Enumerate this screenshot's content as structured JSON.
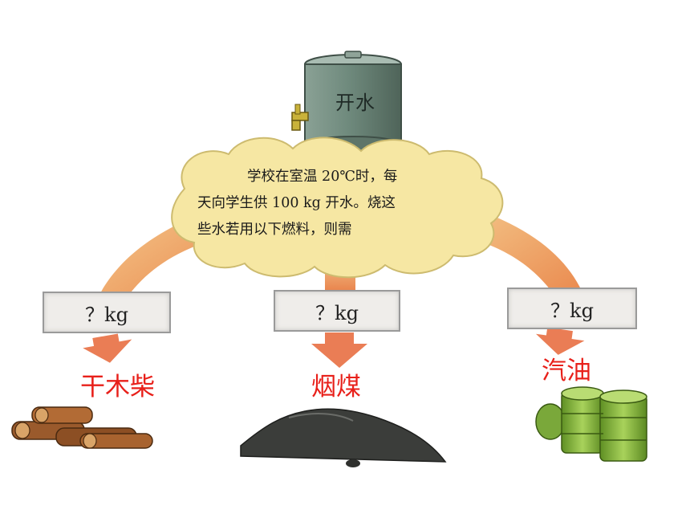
{
  "tank": {
    "label": "开水"
  },
  "cloud": {
    "lines": [
      "学校在室温 20℃时，每",
      "天向学生供 100 kg 开水。烧这",
      "些水若用以下燃料，则需"
    ]
  },
  "boxes": [
    {
      "text": "？kg"
    },
    {
      "text": "？kg"
    },
    {
      "text": "？kg"
    }
  ],
  "fuels": [
    {
      "label": "干木柴"
    },
    {
      "label": "烟煤"
    },
    {
      "label": "汽油"
    }
  ],
  "colors": {
    "arrow": "#e8844a",
    "arrow_light": "#f5cf8f",
    "cloud": "#f6e7a3",
    "cloud_border": "#cdbb6f",
    "tank": "#7d9488",
    "fuel_label": "#e8201a",
    "drum": "#8cbc3a"
  }
}
